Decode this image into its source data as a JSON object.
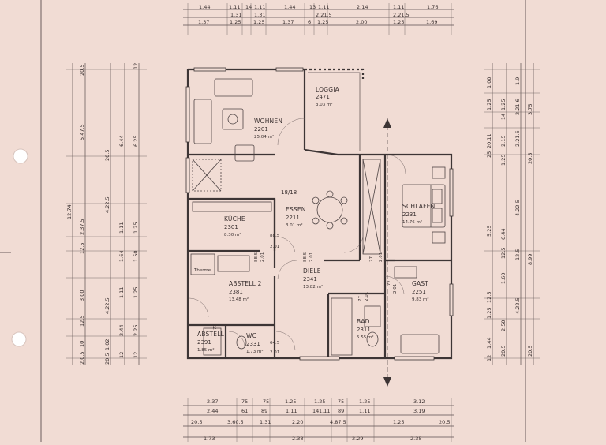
{
  "dimensions": {
    "top_row1": [
      "1.44",
      "1.11",
      "14",
      "1.11",
      "1.44",
      "13",
      "1.11",
      "2.14",
      "1.11",
      "1.76"
    ],
    "top_row2": [
      "1.31",
      "1.31",
      "2.21.5",
      "2.21.5"
    ],
    "top_row3": [
      "1.37",
      "1.25",
      "1.25",
      "1.37",
      "6",
      "1.25",
      "2.00",
      "1.25",
      "1.69"
    ],
    "bottom_row1": [
      "2.37",
      "75",
      "75",
      "1.25",
      "1.25",
      "75",
      "1.25",
      "3.12"
    ],
    "bottom_row2": [
      "2.44",
      "61",
      "89",
      "1.11",
      "14",
      "1.11",
      "89",
      "1.11",
      "3.19"
    ],
    "bottom_row3": [
      "20.5",
      "3.60.5",
      "1.31",
      "2.20",
      "4.87.5",
      "1.25",
      "20.5"
    ],
    "bottom_row4": [
      "1.73",
      "2.38",
      "2.29",
      "2.35"
    ],
    "left_outer": [
      "12.74"
    ],
    "left_col1": [
      "20.5",
      "5.47.5",
      "2.37.5",
      "12.5",
      "3.00",
      "12.5",
      "10",
      "2.0.5"
    ],
    "left_col2": [
      "20.5",
      "4.22.5",
      "4.22.5",
      "1.02",
      "20.5"
    ],
    "left_col3": [
      "6.44",
      "1.11",
      "1.64",
      "1.11",
      "2.44",
      "12"
    ],
    "left_col4": [
      "12",
      "6.25",
      "1.25",
      "1.50",
      "1.25",
      "2.25",
      "12"
    ],
    "right_col1": [
      "1.00",
      "1.25",
      "20.11",
      "25",
      "5.25",
      "12.5",
      "1.25",
      "1.44",
      "12"
    ],
    "right_col2": [
      "1.25",
      "14",
      "2.15",
      "1.25",
      "6.44",
      "12.5",
      "1.60",
      "2.50",
      "20.5"
    ],
    "right_col3": [
      "1.9",
      "2.21.6",
      "2.21.6",
      "4.22.5",
      "12.5",
      "4.22.5"
    ],
    "right_col4": [
      "3.75",
      "20.5",
      "8.99",
      "20.5"
    ],
    "door_labels": [
      "88.5",
      "2.01",
      "88.5",
      "2.01",
      "88.5",
      "2.01",
      "77",
      "2.01",
      "77",
      "2.01",
      "77",
      "2.01",
      "64.5",
      "2.01",
      "77"
    ]
  },
  "rooms": [
    {
      "name": "LOGGIA",
      "number": "2471",
      "area": "3.03 m²"
    },
    {
      "name": "WOHNEN",
      "number": "2201",
      "area": "25.04 m²"
    },
    {
      "name": "ESSEN",
      "number": "2211",
      "area": "3.01 m²"
    },
    {
      "name": "KÜCHE",
      "number": "2301",
      "area": "8.30 m²"
    },
    {
      "name": "SCHLAFEN",
      "number": "2231",
      "area": "14.76 m²"
    },
    {
      "name": "DIELE",
      "number": "2341",
      "area": "13.82 m²"
    },
    {
      "name": "ABSTELL 2",
      "number": "2381",
      "area": "13.48 m²"
    },
    {
      "name": "GAST",
      "number": "2251",
      "area": "9.83 m²"
    },
    {
      "name": "BAD",
      "number": "2311",
      "area": "5.55 m²"
    },
    {
      "name": "ABSTELL",
      "number": "2391",
      "area": "1.85 m²"
    },
    {
      "name": "WC",
      "number": "2331",
      "area": "1.73 m²"
    }
  ],
  "stair_label": "18/18",
  "misc_label": "Therme"
}
